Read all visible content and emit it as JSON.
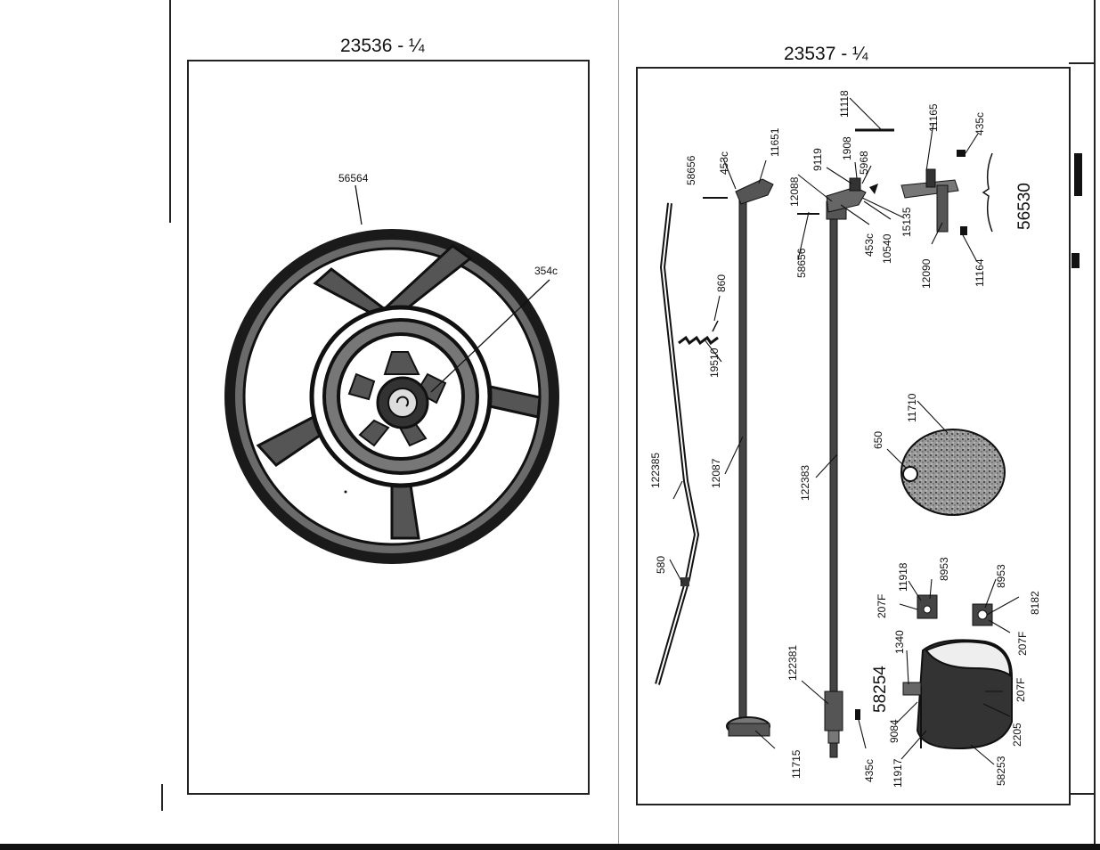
{
  "plates": [
    {
      "title": "23536 - ¼"
    },
    {
      "title": "23537 - ¼"
    }
  ],
  "left_labels": {
    "l56564": "56564",
    "l354c": "354c"
  },
  "right_labels": {
    "l58656a": "58656",
    "l453c_a": "453c",
    "l11651": "11651",
    "l11118": "11118",
    "l9119": "9119",
    "l1908": "1908",
    "l5968": "5968",
    "l11165": "11165",
    "l435c_a": "435c",
    "l12088": "12088",
    "l58656b": "58656",
    "l453c_b": "453c",
    "l10540": "10540",
    "l15135": "15135",
    "l12090": "12090",
    "l11164": "11164",
    "l56530": "56530",
    "l860": "860",
    "l19510": "19510",
    "l122385": "122385",
    "l12087": "12087",
    "l122383": "122383",
    "l11710": "11710",
    "l650": "650",
    "l580": "580",
    "l11918": "11918",
    "l8953a": "8953",
    "l207f_a": "207F",
    "l8953b": "8953",
    "l8182": "8182",
    "l207f_b": "207F",
    "l1340": "1340",
    "l122381": "122381",
    "l58254": "58254",
    "l9084": "9084",
    "l2207f": "207F",
    "l2205": "2205",
    "l11715": "11715",
    "l435c_b": "435c",
    "l11917": "11917",
    "l58253": "58253"
  },
  "colors": {
    "ink": "#111111",
    "paper": "#ffffff",
    "shade": "#555555"
  }
}
